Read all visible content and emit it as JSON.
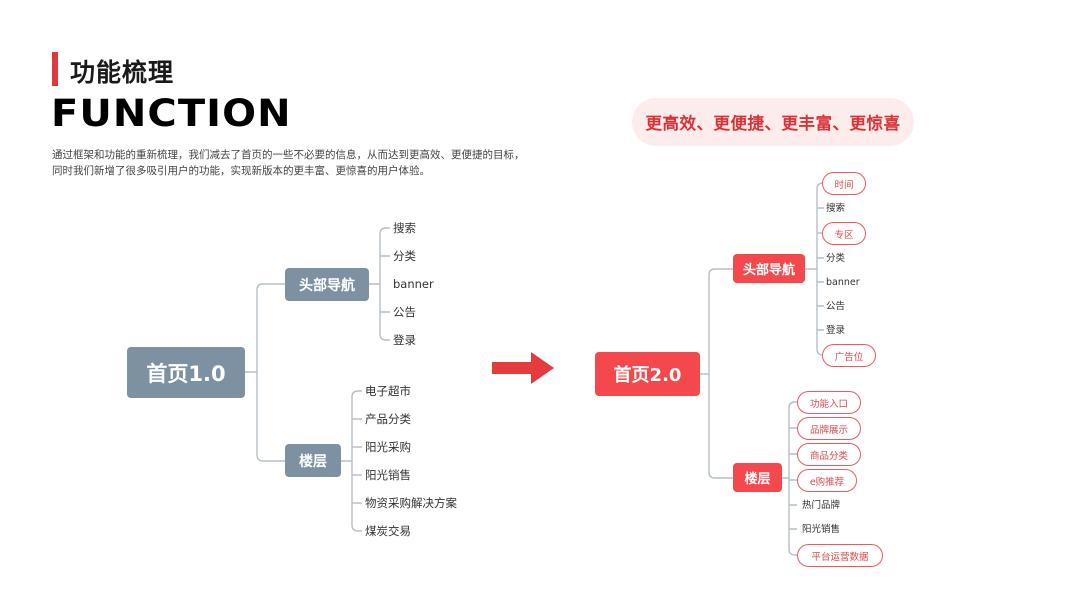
{
  "header": {
    "title_cn": "功能梳理",
    "title_en": "FUNCTION",
    "description": "通过框架和功能的重新梳理，我们减去了首页的一些不必要的信息，从而达到更高效、更便捷的目标，同时我们新增了很多吸引用户的功能，实现新版本的更丰富、更惊喜的用户体验。",
    "accent_color": "#e0383d"
  },
  "slogan": "更高效、更便捷、更丰富、更惊喜",
  "old_version": {
    "root": "首页1.0",
    "color": "#7d91a3",
    "branches": [
      {
        "label": "头部导航",
        "items": [
          "搜索",
          "分类",
          "banner",
          "公告",
          "登录"
        ]
      },
      {
        "label": "楼层",
        "items": [
          "电子超市",
          "产品分类",
          "阳光采购",
          "阳光销售",
          "物资采购解决方案",
          "煤炭交易"
        ]
      }
    ]
  },
  "transition_icon": "arrow-right-icon",
  "new_version": {
    "root": "首页2.0",
    "color": "#f5484c",
    "branches": [
      {
        "label": "头部导航",
        "items": [
          {
            "text": "时间",
            "new": true
          },
          {
            "text": "搜索",
            "new": false
          },
          {
            "text": "专区",
            "new": true
          },
          {
            "text": "分类",
            "new": false
          },
          {
            "text": "banner",
            "new": false
          },
          {
            "text": "公告",
            "new": false
          },
          {
            "text": "登录",
            "new": false
          },
          {
            "text": "广告位",
            "new": true
          }
        ]
      },
      {
        "label": "楼层",
        "items": [
          {
            "text": "功能入口",
            "new": true
          },
          {
            "text": "品牌展示",
            "new": true
          },
          {
            "text": "商品分类",
            "new": true
          },
          {
            "text": "e购推荐",
            "new": true
          },
          {
            "text": "热门品牌",
            "new": false
          },
          {
            "text": "阳光销售",
            "new": false
          },
          {
            "text": "平台运营数据",
            "new": true
          }
        ]
      }
    ]
  }
}
